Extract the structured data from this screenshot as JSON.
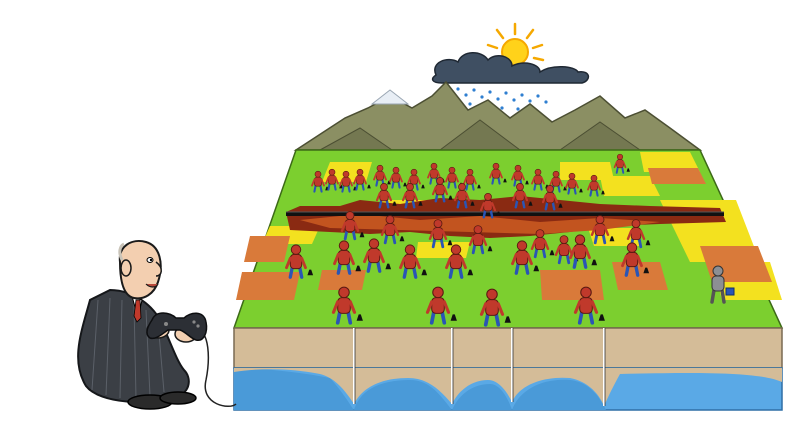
{
  "scene": {
    "kind": "cartoon-illustration",
    "subjects": [
      "businessman-gamer",
      "game-controller",
      "sun",
      "rain-cloud",
      "mountains",
      "farm-land-block",
      "farmers",
      "pipeline",
      "aquifers",
      "wells"
    ],
    "colors": {
      "sky_cloud": "#3f4f62",
      "sun": "#ffd21a",
      "mountain": "#8b8f63",
      "snow": "#e8eef5",
      "grass": "#7ccf2f",
      "field_yellow": "#f3e11f",
      "field_orange": "#d97a3a",
      "field_darkred": "#8a2a12",
      "soil": "#d4bc98",
      "water": "#5aa9e6",
      "suit": "#3b3f45"
    }
  }
}
